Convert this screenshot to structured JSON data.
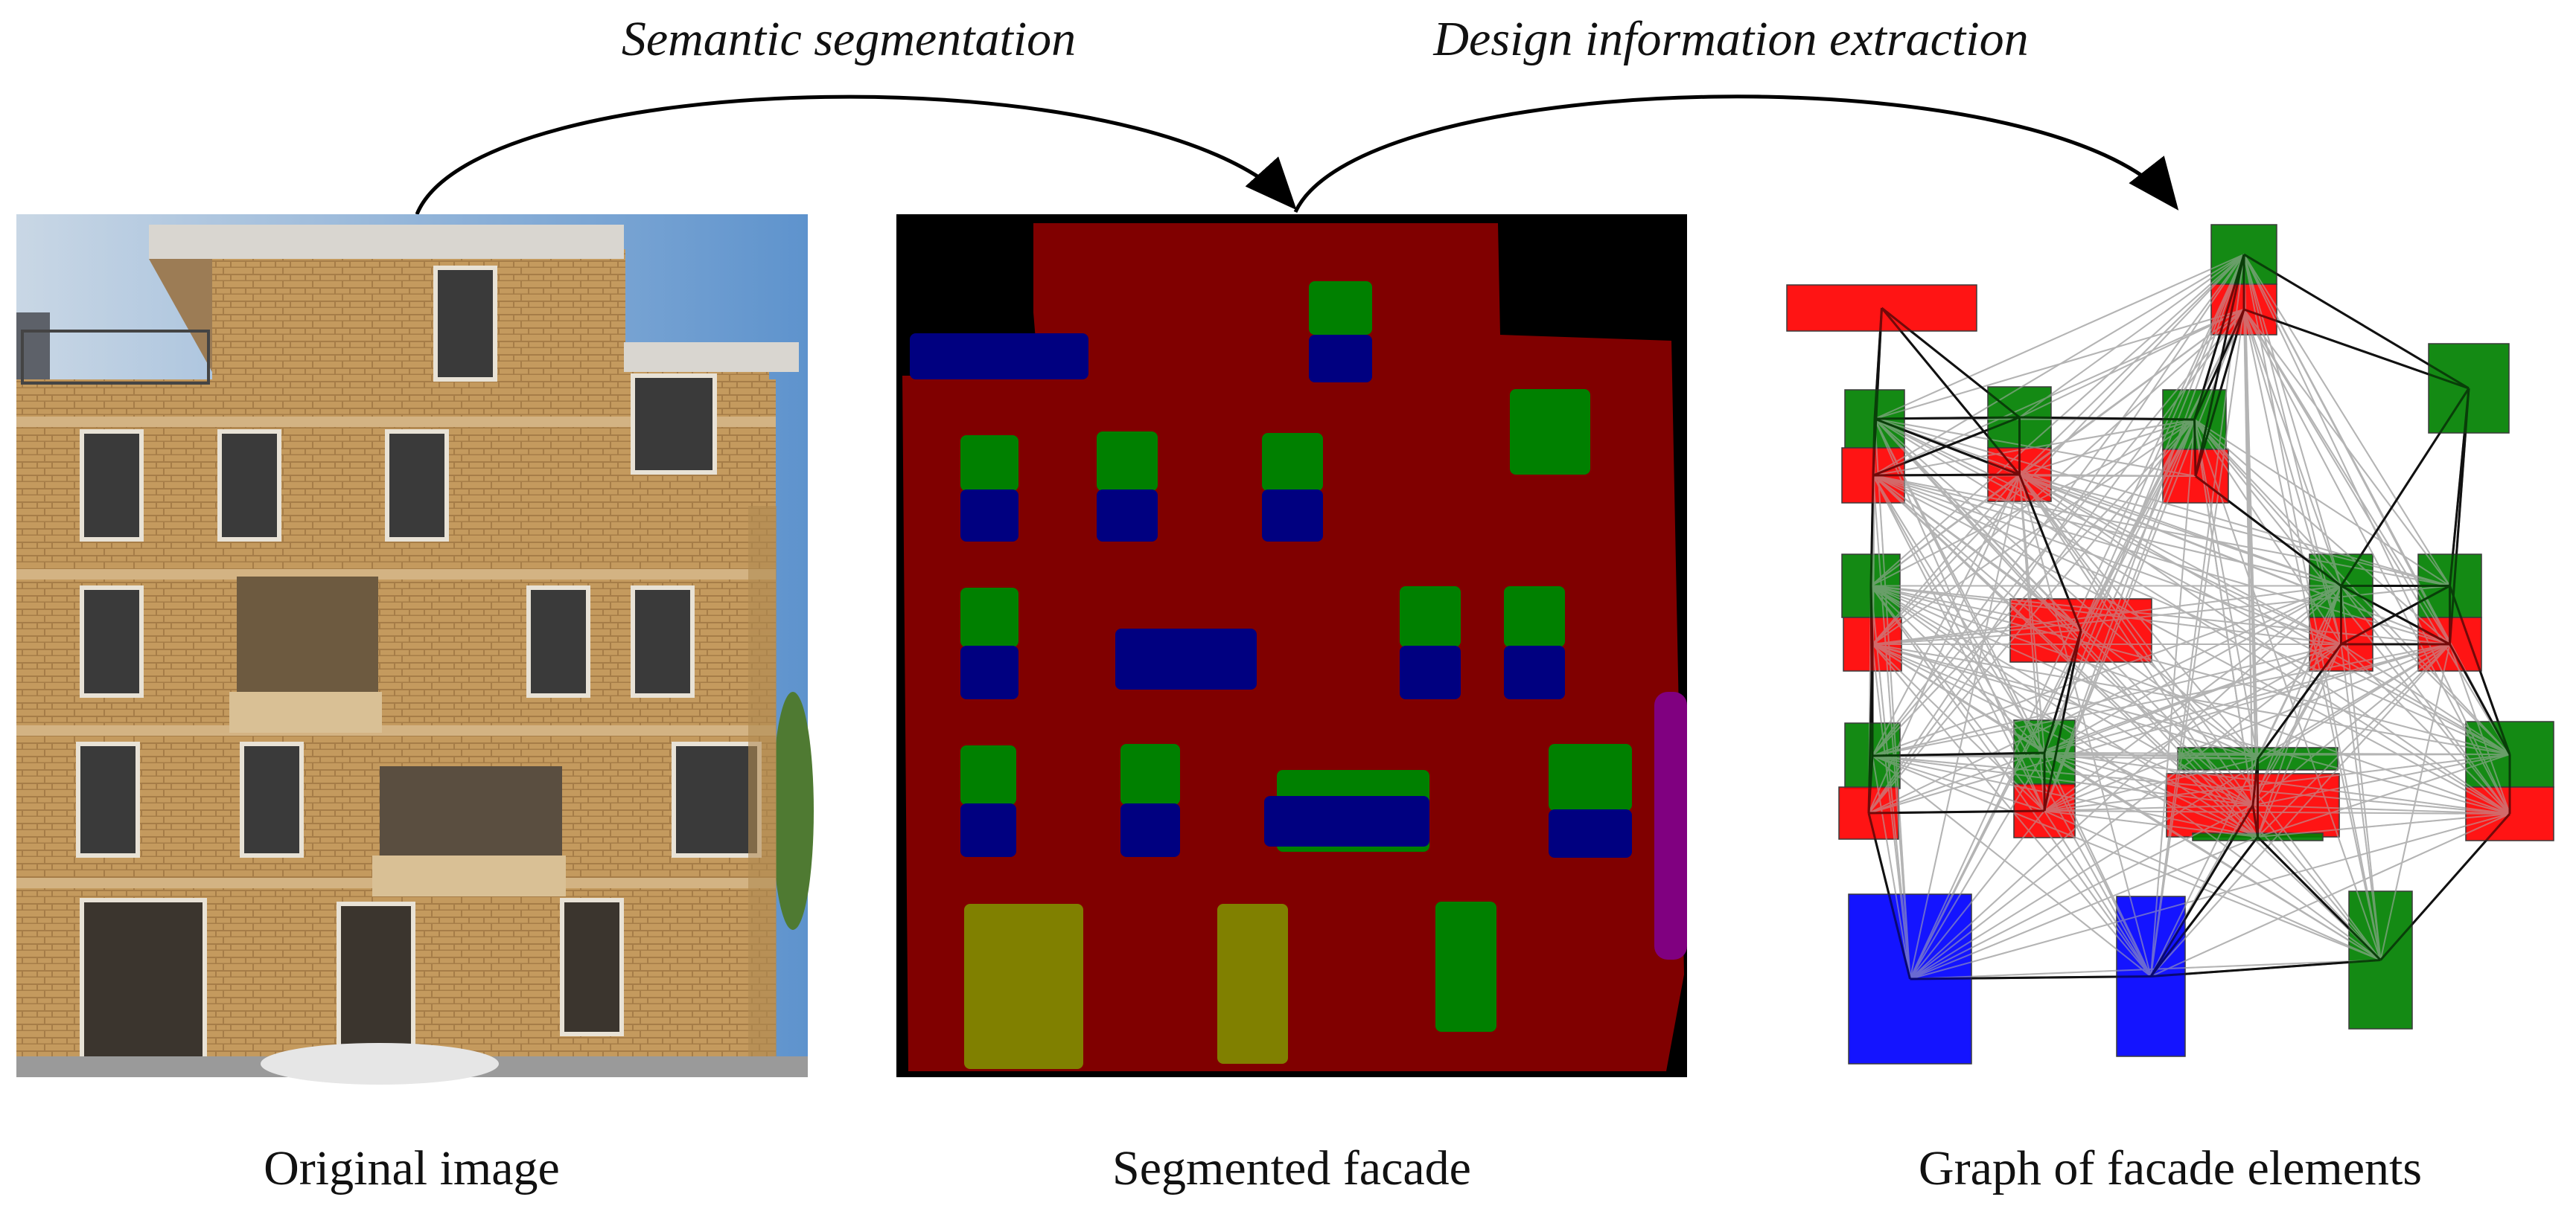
{
  "steps": {
    "segmentation_label": "Semantic segmentation",
    "extraction_label": "Design information extraction"
  },
  "panels": {
    "original": {
      "caption": "Original image"
    },
    "segmented": {
      "caption": "Segmented facade"
    },
    "graph": {
      "caption": "Graph of facade elements"
    }
  },
  "colors": {
    "wall": "#800000",
    "window": "#008000",
    "balcony_railing": "#000080",
    "door": "#808000",
    "other": "#800080",
    "background": "#000000",
    "graph_wall": "#ff0000",
    "graph_window": "#008000",
    "graph_door": "#0000ff",
    "edge_strong": "#111111",
    "edge_weak": "#b4b4b4",
    "brick": "#c49a5e",
    "sky": "#86aed4"
  }
}
